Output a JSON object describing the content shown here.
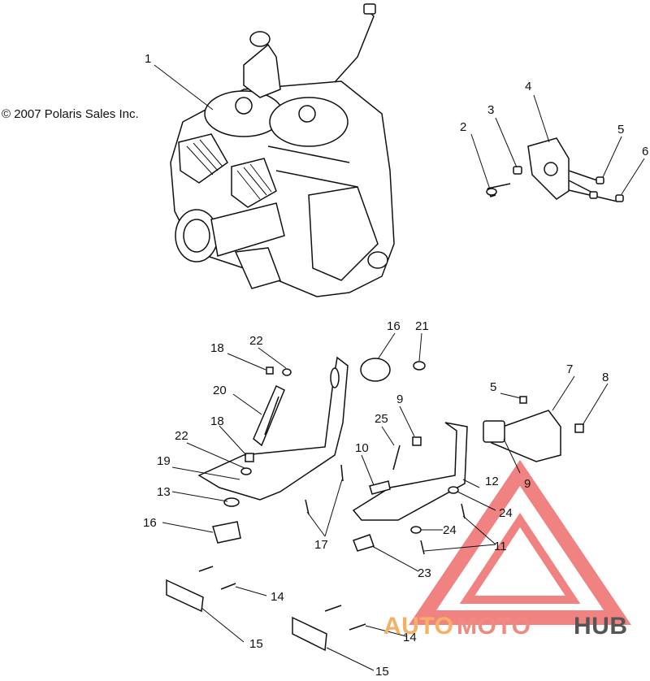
{
  "copyright": "© 2007 Polaris Sales Inc.",
  "callouts": [
    "1",
    "2",
    "3",
    "4",
    "5",
    "6",
    "16",
    "21",
    "22",
    "18",
    "20",
    "9",
    "25",
    "5",
    "7",
    "8",
    "22",
    "18",
    "19",
    "10",
    "12",
    "9",
    "13",
    "24",
    "16",
    "17",
    "24",
    "11",
    "23",
    "14",
    "15",
    "14",
    "15"
  ],
  "watermark": {
    "word_a": "AUTO",
    "word_b": "MOTO",
    "word_c": "HUB",
    "color_a": "#f5b066",
    "color_b": "#f08a80",
    "color_c": "#555555",
    "logo_color": "#ef6d6d"
  },
  "line_color": "#111111"
}
